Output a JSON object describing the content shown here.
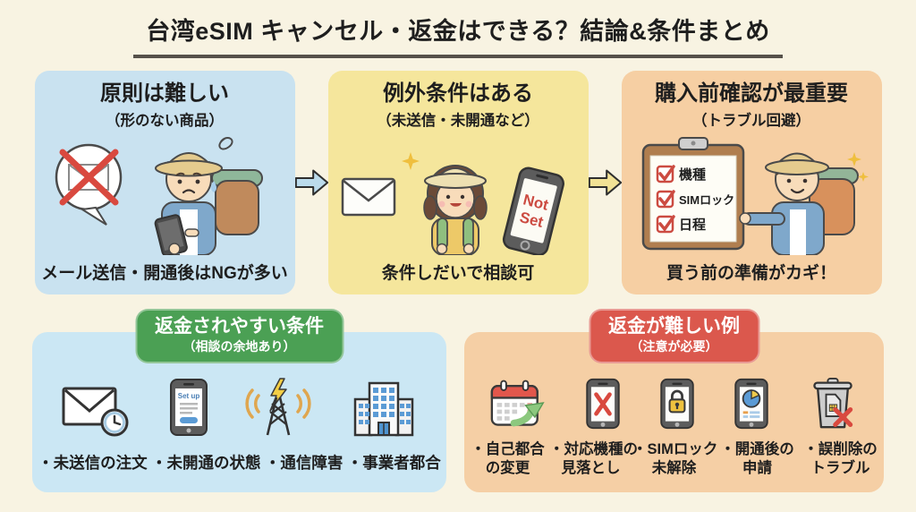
{
  "title": "台湾eSIM キャンセル・返金はできる？結論&条件まとめ",
  "colors": {
    "bg": "#F8F3E2",
    "ink": "#1e1e1e",
    "card-blue": "#C9E2F0",
    "card-yellow": "#F5E69C",
    "card-peach": "#F6CFA3",
    "panel-blue": "#CBE7F4",
    "panel-peach": "#F5CFA5",
    "badge-green": "#4BA054",
    "badge-red": "#DB584D",
    "accent-red": "#D9493F"
  },
  "steps": [
    {
      "title": "原則は難しい",
      "subtitle": "（形のない商品）",
      "caption": "メール送信・開通後はNGが多い"
    },
    {
      "title": "例外条件はある",
      "subtitle": "（未送信・未開通など）",
      "caption": "条件しだいで相談可",
      "phone_text": [
        "Not",
        "Set"
      ]
    },
    {
      "title": "購入前確認が最重要",
      "subtitle": "（トラブル回避）",
      "caption": "買う前の準備がカギ！",
      "checklist": [
        "機種",
        "SIMロック",
        "日程"
      ]
    }
  ],
  "easy_refund": {
    "badge_title": "返金されやすい条件",
    "badge_subtitle": "（相談の余地あり）",
    "items": [
      {
        "icon": "envelope-clock-icon",
        "label": "・未送信の注文"
      },
      {
        "icon": "phone-setup-icon",
        "label": "・未開通の状態",
        "screen_text": "Set up"
      },
      {
        "icon": "signal-tower-icon",
        "label": "・通信障害"
      },
      {
        "icon": "building-icon",
        "label": "・事業者都合"
      }
    ]
  },
  "hard_refund": {
    "badge_title": "返金が難しい例",
    "badge_subtitle": "（注意が必要）",
    "items": [
      {
        "icon": "calendar-change-icon",
        "label_lines": [
          "・自己都合",
          "の変更"
        ]
      },
      {
        "icon": "phone-x-icon",
        "label_lines": [
          "・対応機種の",
          "見落とし"
        ]
      },
      {
        "icon": "phone-lock-icon",
        "label_lines": [
          "・SIMロック",
          "未解除"
        ]
      },
      {
        "icon": "phone-chart-icon",
        "label_lines": [
          "・開通後の",
          "申請"
        ]
      },
      {
        "icon": "trash-sim-icon",
        "label_lines": [
          "・誤削除の",
          "トラブル"
        ]
      }
    ]
  }
}
